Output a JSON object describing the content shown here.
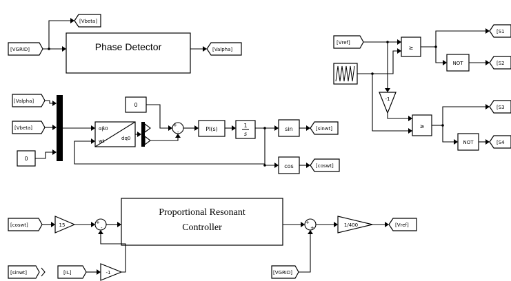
{
  "phase_detector": {
    "title": "Phase Detector",
    "input_tag": "[VGRID]",
    "out_vbeta": "[Vbeta]",
    "out_valpha": "[Valpha]"
  },
  "pll": {
    "in_valpha": "[Valpha]",
    "in_vbeta": "[Vbeta]",
    "const_zero": "0",
    "transform_top_in": "αβ0",
    "transform_bottom_in": "wt",
    "transform_out": "dq0",
    "ref_const": "0",
    "sum_plus": "+",
    "sum_minus": "-",
    "pi_label": "PI(s)",
    "integrator_num": "1",
    "integrator_den": "s",
    "sin_label": "sin",
    "cos_label": "cos",
    "out_sinwt": "[sinwt]",
    "out_coswt": "[coswt]"
  },
  "pwm": {
    "in_vref": "[Vref]",
    "cmp1": "≥",
    "cmp2": "≥",
    "gain_neg": "-1",
    "not1": "NOT",
    "not2": "NOT",
    "s1": "[S1",
    "s2": "[S2",
    "s3": "[S3",
    "s4": "[S4"
  },
  "pr": {
    "in_coswt": "[coswt]",
    "in_sinwt": "[sinwt]",
    "in_il": "[IL]",
    "gain_ref": "15",
    "gain_neg": "-1",
    "sum1_plus": "+",
    "sum1_minus": "-",
    "title_line1": "Proportional Resonant",
    "title_line2": "Controller",
    "sum2_plus1": "+",
    "sum2_plus2": "+",
    "vgrid": "[VGRID]",
    "gain_scale": "1/400",
    "out_vref": "[Vref]"
  }
}
